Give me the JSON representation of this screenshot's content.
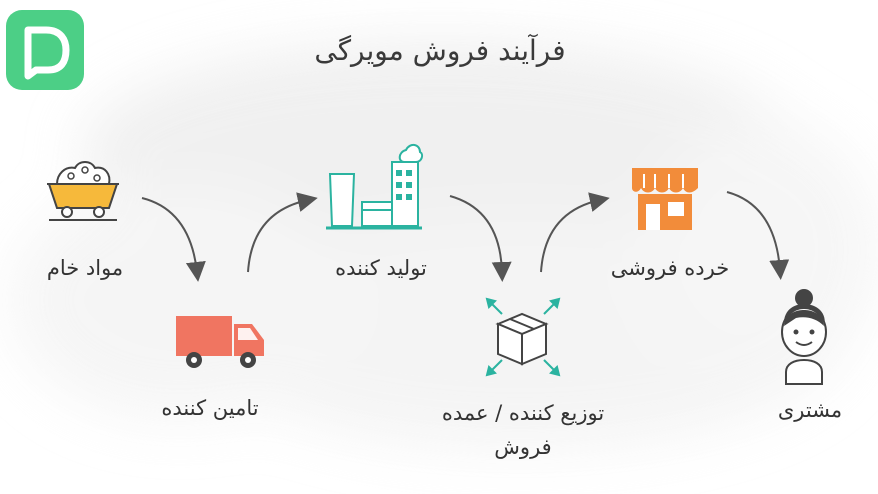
{
  "title": "فرآیند فروش مویرگی",
  "logo_icon": "document-d-logo",
  "colors": {
    "logo": "#4ccf86",
    "arrow": "#555555",
    "truck": "#f07561",
    "factory": "#2bb3a0",
    "shop": "#f28c3a",
    "cart": "#f6b93b",
    "box": "#444444"
  },
  "steps": [
    {
      "label": "مواد خام",
      "icon": "mine-cart-icon"
    },
    {
      "label": "تامین کننده",
      "icon": "truck-icon"
    },
    {
      "label": "تولید کننده",
      "icon": "factory-icon"
    },
    {
      "label": "توزیع کننده / عمده فروش",
      "line1": "توزیع کننده / عمده",
      "line2": "فروش",
      "icon": "package-box-icon"
    },
    {
      "label": "خرده فروشی",
      "icon": "shop-icon"
    },
    {
      "label": "مشتری",
      "icon": "customer-icon"
    }
  ]
}
